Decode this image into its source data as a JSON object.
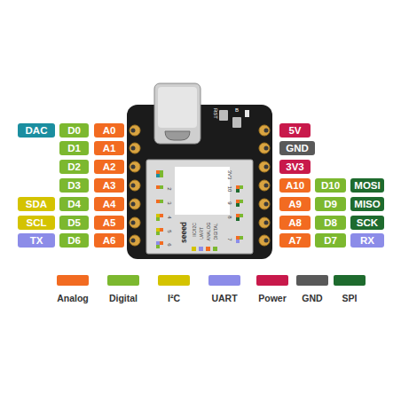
{
  "diagram": {
    "nodes": [
      {
        "text": [
          "DAC"
        ]
      },
      {
        "text": [
          "D0"
        ]
      },
      {
        "text": [
          "A0"
        ]
      },
      {
        "text": [
          "5V"
        ]
      },
      {
        "text": [
          "D1"
        ]
      },
      {
        "text": [
          "A1"
        ]
      },
      {
        "text": [
          "GND"
        ]
      },
      {
        "text": [
          "D2"
        ]
      },
      {
        "text": [
          "A2"
        ]
      },
      {
        "text": [
          "3V3"
        ]
      },
      {
        "text": [
          "D3"
        ]
      },
      {
        "text": [
          "A3"
        ]
      },
      {
        "text": [
          "A10"
        ]
      },
      {
        "text": [
          "D10"
        ]
      },
      {
        "text": [
          "MOSI"
        ]
      },
      {
        "text": [
          "SDA"
        ]
      },
      {
        "text": [
          "D4"
        ]
      },
      {
        "text": [
          "A4"
        ]
      },
      {
        "text": [
          "A9"
        ]
      },
      {
        "text": [
          "D9"
        ]
      },
      {
        "text": [
          "MISO"
        ]
      },
      {
        "text": [
          "SCL"
        ]
      },
      {
        "text": [
          "D5"
        ]
      },
      {
        "text": [
          "A5"
        ]
      },
      {
        "text": [
          "A8"
        ]
      },
      {
        "text": [
          "D8"
        ]
      },
      {
        "text": [
          "SCK"
        ]
      },
      {
        "text": [
          "TX"
        ]
      },
      {
        "text": [
          "D6"
        ]
      },
      {
        "text": [
          "A6"
        ]
      },
      {
        "text": [
          "A7"
        ]
      },
      {
        "text": [
          "D7"
        ]
      },
      {
        "text": [
          "RX"
        ]
      }
    ],
    "labels": [
      "RST",
      "B",
      "2",
      "3",
      "4",
      "5",
      "6",
      "3V3",
      "10",
      "9",
      "8",
      "7",
      "seeed",
      "IIC/I2C",
      "UART",
      "ANALOG",
      "DIGITAL"
    ],
    "legend": [
      {
        "text": "Analog",
        "color": "#f26b21"
      },
      {
        "text": "Digital",
        "color": "#7cb82f"
      },
      {
        "text": "I²C",
        "color": "#d4c300"
      },
      {
        "text": "UART",
        "color": "#8c8ce8"
      },
      {
        "text": "Power",
        "color": "#c8194b"
      },
      {
        "text": "GND",
        "color": "#595959"
      },
      {
        "text": "SPI",
        "color": "#1e6b2e"
      }
    ]
  }
}
